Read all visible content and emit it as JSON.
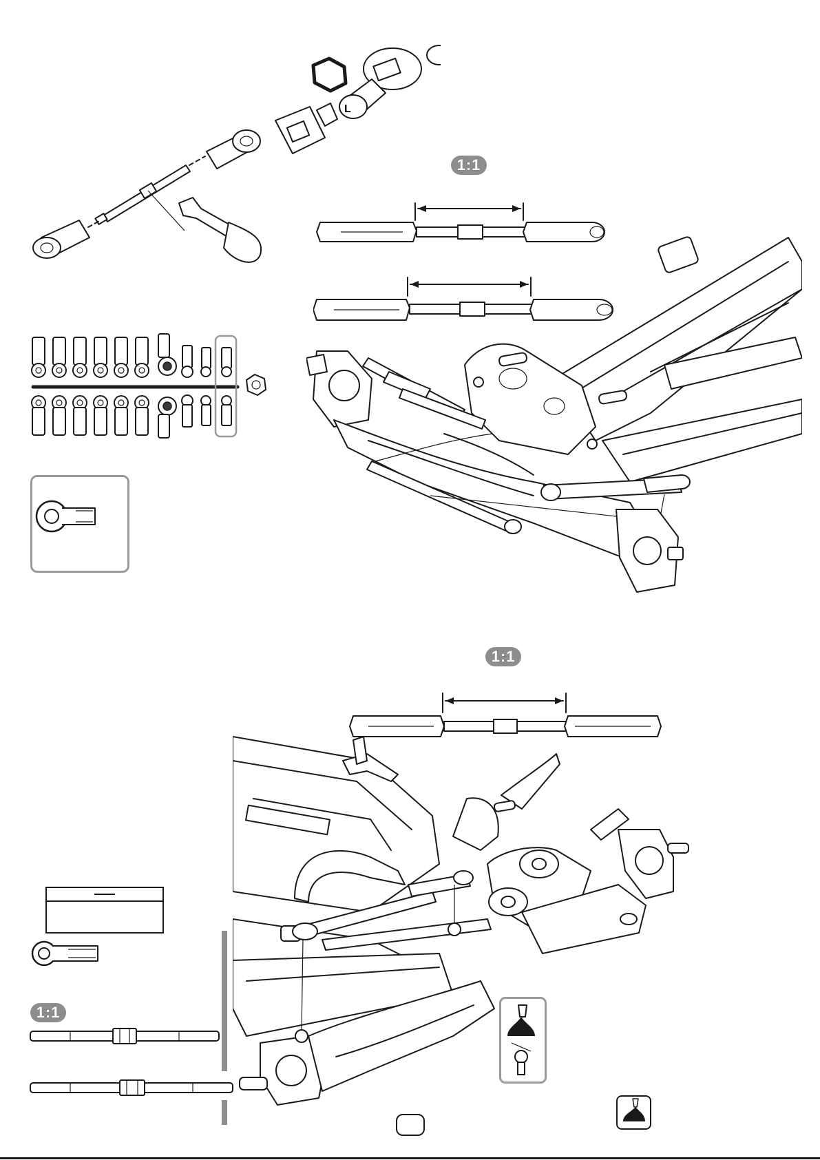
{
  "page": {
    "number": ""
  },
  "scale_badges": {
    "top": "1:1",
    "middle": "1:1",
    "lower_left": "1:1"
  },
  "tool_label": "L",
  "inset_table": {
    "header": ""
  },
  "icons": {
    "hex": "hex-nut-icon",
    "grease": "grease-drop-icon"
  },
  "colors": {
    "line": "#1a1a1a",
    "badge": "#8d8d8d",
    "inset_frame": "#9a9a9a"
  }
}
